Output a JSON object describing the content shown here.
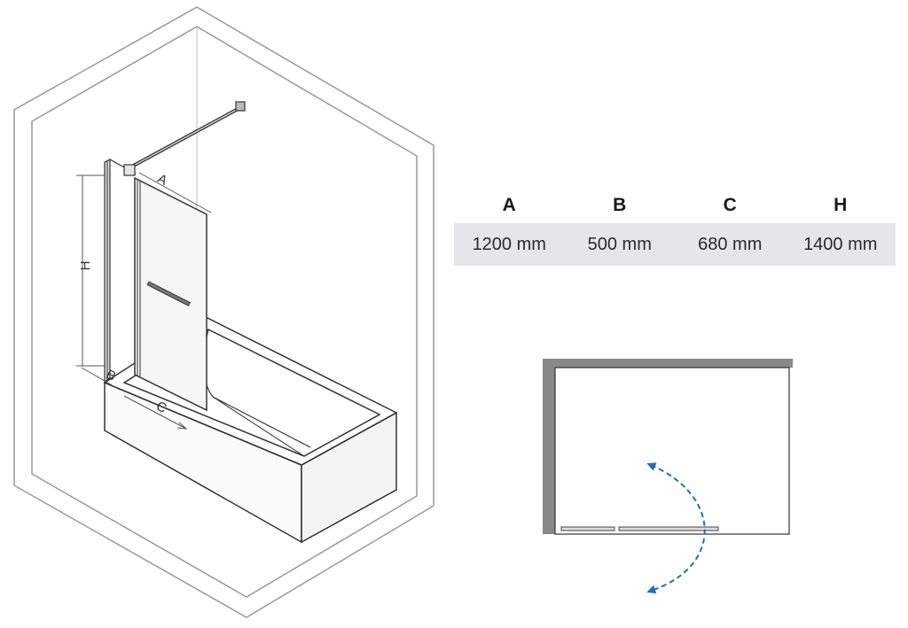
{
  "iso_labels": {
    "a": "A",
    "b": "B",
    "c": "C",
    "h": "H"
  },
  "dimensions_table": {
    "headers": [
      "A",
      "B",
      "C",
      "H"
    ],
    "values": [
      "1200 mm",
      "500 mm",
      "680 mm",
      "1400 mm"
    ]
  },
  "plan": {
    "wall_color": "#888888",
    "swing_arrow_color": "#1f6fb5"
  }
}
